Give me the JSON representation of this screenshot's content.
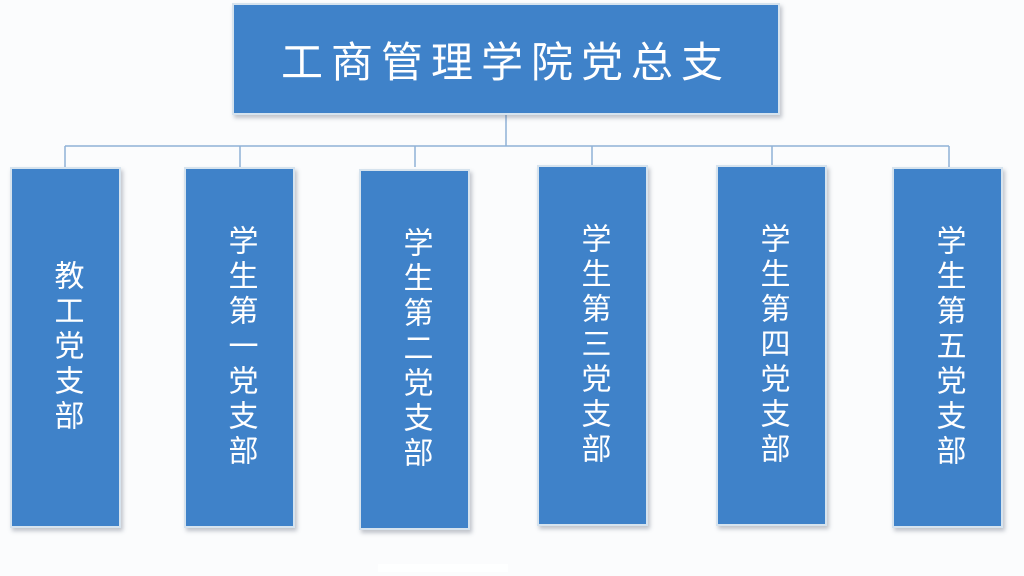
{
  "root": {
    "label": "工商管理学院党总支"
  },
  "branches": [
    {
      "label": "教工党支部"
    },
    {
      "label": "学生第一党支部"
    },
    {
      "label": "学生第二党支部"
    },
    {
      "label": "学生第三党支部"
    },
    {
      "label": "学生第四党支部"
    },
    {
      "label": "学生第五党支部"
    }
  ],
  "colors": {
    "box_fill": "#3f82c9",
    "box_border": "#d6e3ee",
    "connector": "#8fb1d6",
    "text": "#ffffff"
  }
}
